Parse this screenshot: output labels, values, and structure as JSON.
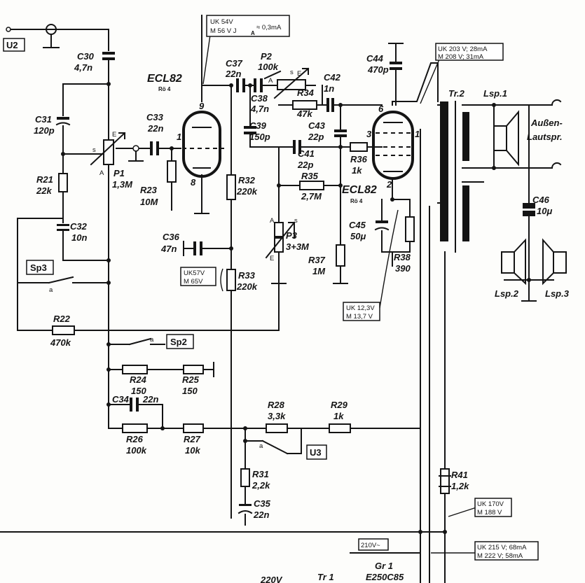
{
  "labels": {
    "U2": "U2",
    "U3": "U3",
    "Sp2": "Sp2",
    "Sp3": "Sp3",
    "ECL82_a": "ECL82",
    "ECL82_b": "ECL82",
    "R64_a": "Rö 4",
    "R64_b": "Rö 4",
    "C30": "C30",
    "C30v": "4,7n",
    "C31": "C31",
    "C31v": "120p",
    "R21": "R21",
    "R21v": "22k",
    "P1": "P1",
    "P1v": "1,3M",
    "C32": "C32",
    "C32v": "10n",
    "C33": "C33",
    "C33v": "22n",
    "R23": "R23",
    "R23v": "10M",
    "C36": "C36",
    "C36v": "47n",
    "C37": "C37",
    "C37v": "22n",
    "R32": "R32",
    "R32v": "220k",
    "R33": "R33",
    "R33v": "220k",
    "P2": "P2",
    "P2v": "100k",
    "C38": "C38",
    "C38v": "4,7n",
    "C39": "C39",
    "C39v": "150p",
    "R34": "R34",
    "R34v": "47k",
    "C42": "C42",
    "C42v": "1n",
    "C43": "C43",
    "C43v": "22p",
    "C41": "C41",
    "C41v": "22p",
    "R36": "R36",
    "R36v": "1k",
    "R35": "R35",
    "R35v": "2,7M",
    "P3": "P3",
    "P3v": "3+3M",
    "R37": "R37",
    "R37v": "1M",
    "C45": "C45",
    "C45v": "50μ",
    "R38": "R38",
    "R38v": "390",
    "C44": "C44",
    "C44v": "470p",
    "Tr2": "Tr.2",
    "Lsp1": "Lsp.1",
    "Lsp2": "Lsp.2",
    "Lsp3": "Lsp.3",
    "ext1": "Außen-",
    "ext2": "Lautspr.",
    "C46": "C46",
    "C46v": "10μ",
    "R22": "R22",
    "R22v": "470k",
    "R24": "R24",
    "R24v": "150",
    "R25": "R25",
    "R25v": "150",
    "C34": "C34",
    "C34v": "22n",
    "R26": "R26",
    "R26v": "100k",
    "R27": "R27",
    "R27v": "10k",
    "R28": "R28",
    "R28v": "3,3k",
    "R29": "R29",
    "R29v": "1k",
    "R31": "R31",
    "R31v": "2,2k",
    "C35": "C35",
    "C35v": "22n",
    "R41": "R41",
    "R41v": "1,2k",
    "Gr1": "Gr 1",
    "Gr1v": "E250C85",
    "Tr1": "Tr 1",
    "v220": "220V"
  },
  "pins": {
    "p9": "9",
    "p8": "8",
    "p1a": "1",
    "p6": "6",
    "p3": "3",
    "p1b": "1",
    "p2": "2",
    "a": "a",
    "E": "E",
    "A": "A",
    "s": "s"
  },
  "boxes": {
    "uk_top_1": "UK 54V",
    "uk_top_2": "M 56 V   J",
    "uk_top_2b": "A",
    "uk_top_2c": "≈ 0,3mA",
    "uk57_1": "UK57V",
    "uk57_2": "M 65V",
    "uk123_1": "UK 12,3V",
    "uk123_2": "M  13,7 V",
    "uk203_1": "UK 203 V; 28mA",
    "uk203_2": "M  208 V; 31mA",
    "uk170_1": "UK 170V",
    "uk170_2": "M  188 V",
    "uk215_1": "UK 215 V; 68mA",
    "uk215_2": "M 222 V; 58mA",
    "v210": "210V~"
  },
  "colors": {
    "ink": "#141414",
    "paper": "#fdfdfb"
  }
}
